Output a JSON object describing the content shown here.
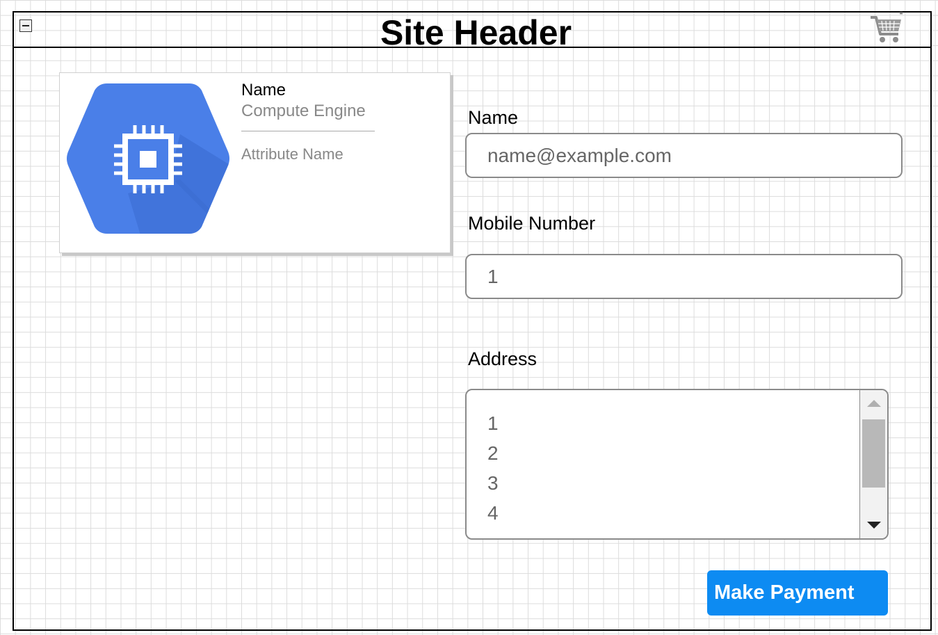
{
  "header": {
    "title": "Site Header",
    "collapse_icon": "minus-square-icon",
    "cart_icon": "shopping-cart-icon"
  },
  "card": {
    "name": "Name",
    "service": "Compute Engine",
    "attribute": "Attribute Name",
    "icon": "compute-engine-chip-icon",
    "icon_color": "#4a7fe8"
  },
  "form": {
    "name_label": "Name",
    "name_placeholder": "name@example.com",
    "mobile_label": "Mobile Number",
    "mobile_value": "1",
    "address_label": "Address",
    "address_lines": [
      "1",
      "2",
      "3",
      "4"
    ]
  },
  "actions": {
    "pay_label": "Make Payment",
    "pay_color": "#0d8bf2"
  }
}
